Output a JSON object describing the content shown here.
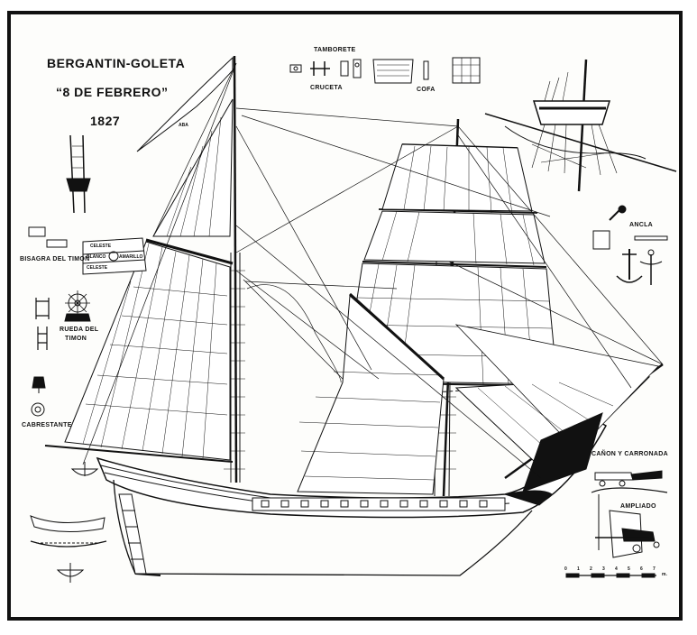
{
  "title": {
    "line1": "BERGANTIN-GOLETA",
    "line2": "“8 DE FEBRERO”",
    "year": "1827"
  },
  "labels": {
    "tamborete": "TAMBORETE",
    "cruceta": "CRUCETA",
    "cofa": "COFA",
    "ancla": "ANCLA",
    "bisagra": "BISAGRA DEL TIMON",
    "rueda_1": "RUEDA DEL",
    "rueda_2": "TIMON",
    "cabrestante": "CABRESTANTE",
    "canon": "CAÑON Y CARRONADA",
    "ampliado": "AMPLIADO",
    "aba": "ABA"
  },
  "flag": {
    "celeste_top": "CELESTE",
    "blanco": "BLANCO",
    "amarillo": "AMARILLO",
    "celeste_bottom": "CELESTE"
  },
  "scale": {
    "ticks": [
      "0",
      "1",
      "2",
      "3",
      "4",
      "5",
      "6",
      "7"
    ],
    "unit": "m."
  },
  "colors": {
    "ink": "#111111",
    "paper": "#fdfdfb",
    "frame": "#111111"
  }
}
